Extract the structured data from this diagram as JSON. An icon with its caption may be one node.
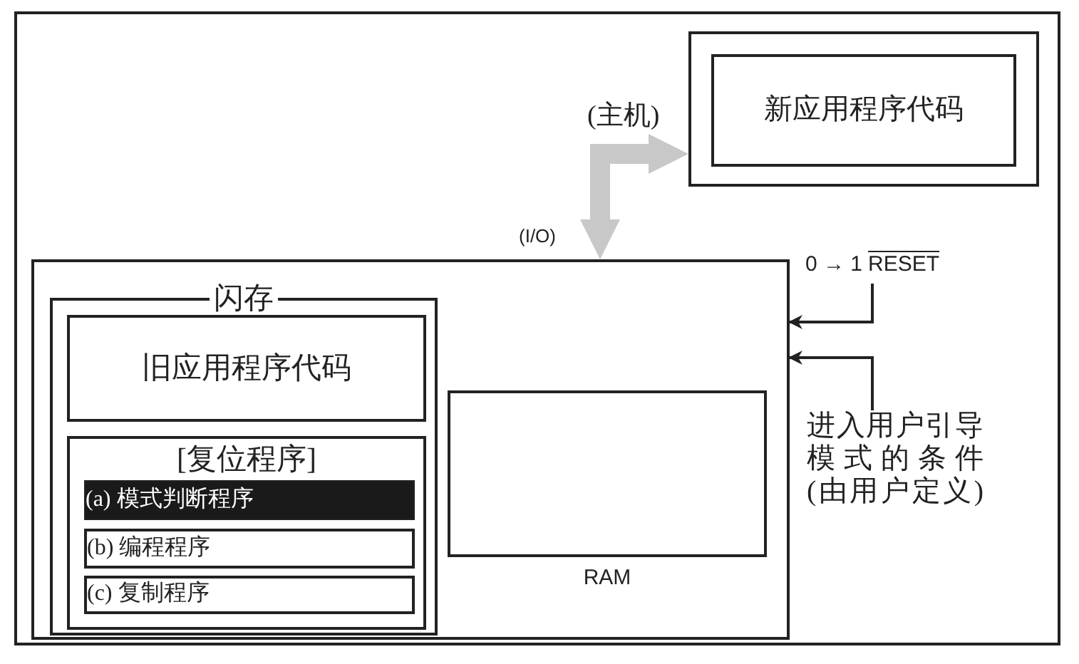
{
  "diagram": {
    "nodes": [
      {
        "text": [],
        "shape": "box",
        "beside": [
          "(主机)"
        ]
      },
      {
        "text": [
          "新应用程序代码"
        ],
        "in": 0
      },
      {
        "text": [],
        "shape": "box",
        "beside": [
          "(I/O)"
        ]
      },
      {
        "text": [
          "闪存"
        ],
        "in": 2
      },
      {
        "text": [
          "旧应用程序代码"
        ],
        "in": 3
      },
      {
        "text": [
          "[复位程序]"
        ],
        "in": 3
      },
      {
        "text": [
          "(a) 模式判断程序"
        ],
        "in": 5
      },
      {
        "text": [
          "(b) 编程程序"
        ],
        "in": 5
      },
      {
        "text": [
          "(c) 复制程序"
        ],
        "in": 5
      },
      {
        "text": [
          "RAM"
        ],
        "in": 2
      },
      {
        "text": [
          "0 → 1",
          "RESET"
        ]
      },
      {
        "text": [
          "进入用户引导模式的条件(由用户定义)"
        ]
      }
    ],
    "edges": [
      {
        "from": 2,
        "to": 0,
        "arrow": "both",
        "style": "thick",
        "color": "#c8c8c8"
      },
      {
        "from": 10,
        "to": 2,
        "arrow": "to"
      },
      {
        "from": 11,
        "to": 2,
        "arrow": "to"
      }
    ]
  }
}
